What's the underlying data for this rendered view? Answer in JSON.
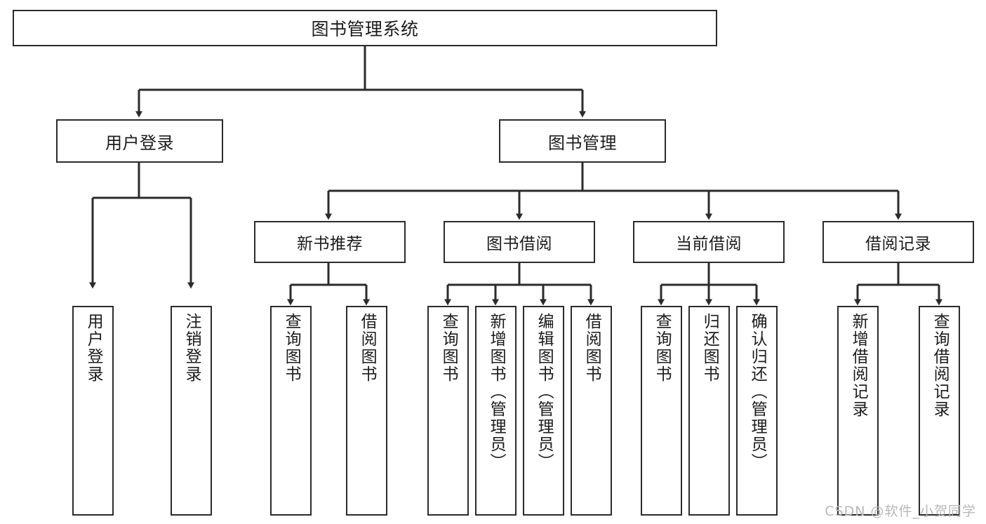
{
  "diagram": {
    "title": "图书管理系统",
    "type": "hierarchy-tree",
    "colors": {
      "box_border": "#2b2b2b",
      "connector": "#2b2b2b",
      "text": "#1c1c1c",
      "background": "#ffffff",
      "watermark": "#b8b8b8"
    },
    "root": {
      "label": "图书管理系统"
    },
    "level2": [
      {
        "label": "用户登录"
      },
      {
        "label": "图书管理"
      }
    ],
    "level3": [
      {
        "label": "新书推荐"
      },
      {
        "label": "图书借阅"
      },
      {
        "label": "当前借阅"
      },
      {
        "label": "借阅记录"
      }
    ],
    "leaves": {
      "user_login": [
        {
          "label": "用户登录"
        },
        {
          "label": "注销登录"
        }
      ],
      "new_book_recommend": [
        {
          "label": "查询图书"
        },
        {
          "label": "借阅图书"
        }
      ],
      "book_borrow": [
        {
          "label": "查询图书"
        },
        {
          "label": "新增图书（管理员）"
        },
        {
          "label": "编辑图书（管理员）"
        },
        {
          "label": "借阅图书"
        }
      ],
      "current_borrow": [
        {
          "label": "查询图书"
        },
        {
          "label": "归还图书"
        },
        {
          "label": "确认归还（管理员）"
        }
      ],
      "borrow_record": [
        {
          "label": "新增借阅记录"
        },
        {
          "label": "查询借阅记录"
        }
      ]
    },
    "watermark": "CSDN @软件_小贺同学"
  }
}
